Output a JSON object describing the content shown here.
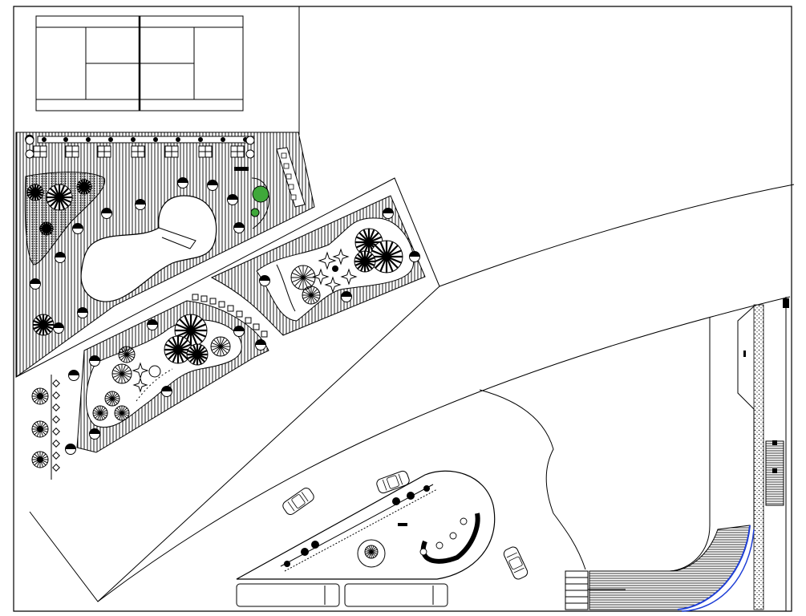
{
  "drawing": {
    "type": "site-landscape-plan",
    "line_color": "#000000",
    "background_color": "#ffffff",
    "accent_colors": {
      "shrub_green": "#3fa83a",
      "water_edge_blue": "#1f3fd6"
    },
    "components": [
      "tennis-court",
      "pool-deck",
      "swimming-pool",
      "planting-strip-north",
      "planting-strip-south",
      "curved-road",
      "parking-island",
      "staircase",
      "ramp",
      "parked-cars",
      "parked-buses"
    ],
    "counts": {
      "cars": 3,
      "buses": 2,
      "pool_deck_lamps": 9,
      "benches": 7
    }
  }
}
